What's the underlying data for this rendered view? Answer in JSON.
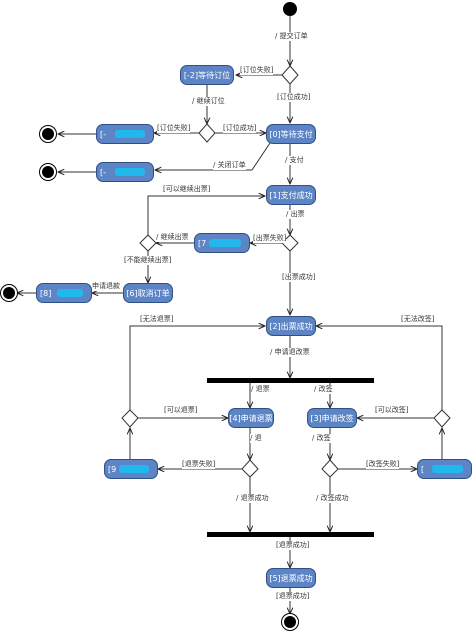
{
  "nodes": {
    "wait_order": "[-2]等待订位",
    "cancel_left": "[-",
    "wait_pay": "[0]等待支付",
    "closed": "[-",
    "pay_ok": "[1]支付成功",
    "issue_fail": "[7",
    "refund_apply": "[6]取消订单",
    "refunded": "[8]",
    "issued": "[2]出票成功",
    "apply_refund_ticket": "[4]申请退票",
    "apply_change": "[3]申请改签",
    "refund_fail_node": "[9",
    "change_fail_node": "[",
    "done": "[5]退票成功"
  },
  "labels": {
    "submit": "/ 提交订单",
    "order_fail": "[订位失败]",
    "order_ok": "[订位成功]",
    "keep_order": "/ 继续订位",
    "order_fail2": "[订位失败]",
    "order_ok2": "[订位成功]",
    "close_order": "/ 关闭订单",
    "pay": "/ 支付",
    "can_continue": "[可以继续出票]",
    "issue": "/ 出票",
    "continue_issue": "/ 继续出票",
    "issue_fail": "[出票失败]",
    "cannot_continue": "[不能继续出票]",
    "apply_refund": "申请退款",
    "issue_ok": "[出票成功]",
    "no_refund": "[无法退票]",
    "no_change": "[无法改签]",
    "apply_refund_change": "/ 申请退改票",
    "refund_ticket": "/ 退票",
    "change_ticket": "/ 改签",
    "can_refund": "[可以退票]",
    "can_change": "[可以改签]",
    "refund_short": "/ 退",
    "change_short": "/ 改签",
    "refund_fail": "[退票失败]",
    "change_fail": "[改签失败]",
    "refund_success": "/ 退票成功",
    "change_success": "/ 改签成功",
    "refund_done_label": "[退票成功]",
    "refund_done_bottom": "[退票成功]"
  }
}
